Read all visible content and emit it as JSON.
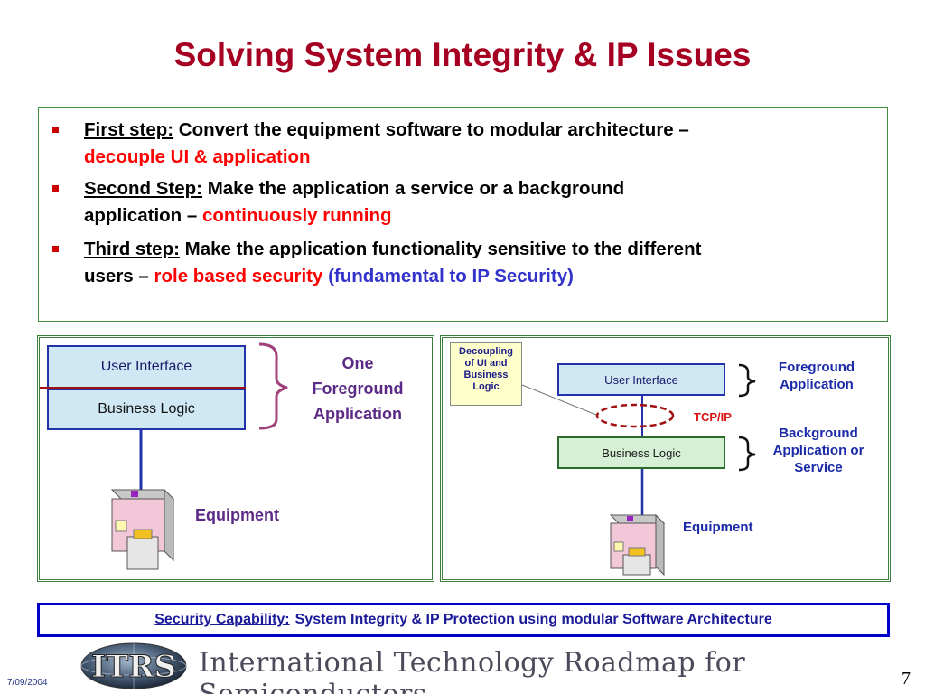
{
  "title": "Solving System Integrity & IP Issues",
  "bullets": [
    {
      "label": "First step:",
      "text": " Convert the equipment software to modular architecture –",
      "highlight": "decouple UI & application"
    },
    {
      "label": "Second Step:",
      "text": " Make the application a service or a background",
      "text2": "application – ",
      "highlight": "continuously running"
    },
    {
      "label": "Third step:",
      "text": " Make the application functionality sensitive to the different",
      "text2": "users – ",
      "highlight": "role based security",
      "highlight2": "(fundamental to IP Security)"
    }
  ],
  "left_diagram": {
    "ui_label": "User Interface",
    "bl_label": "Business Logic",
    "group_label_1": "One",
    "group_label_2": "Foreground",
    "group_label_3": "Application",
    "equipment_label": "Equipment"
  },
  "right_diagram": {
    "callout_1": "Decoupling",
    "callout_2": "of UI and",
    "callout_3": "Business",
    "callout_4": "Logic",
    "ui_label": "User Interface",
    "bl_label": "Business Logic",
    "protocol_label": "TCP/IP",
    "fg_label_1": "Foreground",
    "fg_label_2": "Application",
    "bg_label_1": "Background",
    "bg_label_2": "Application or",
    "bg_label_3": "Service",
    "equipment_label": "Equipment"
  },
  "footer": {
    "label": "Security Capability:",
    "text": "System Integrity & IP Protection using modular Software Architecture"
  },
  "branding": {
    "logo_text": "ITRS",
    "org_name": "International Technology Roadmap for Semiconductors"
  },
  "date": "7/09/2004",
  "page_number": "7",
  "colors": {
    "title": "#a50021",
    "bullet_marker": "#cc0000",
    "highlight_red": "#ff0000",
    "highlight_blue": "#3333cc",
    "footer_border": "#0000cc"
  }
}
